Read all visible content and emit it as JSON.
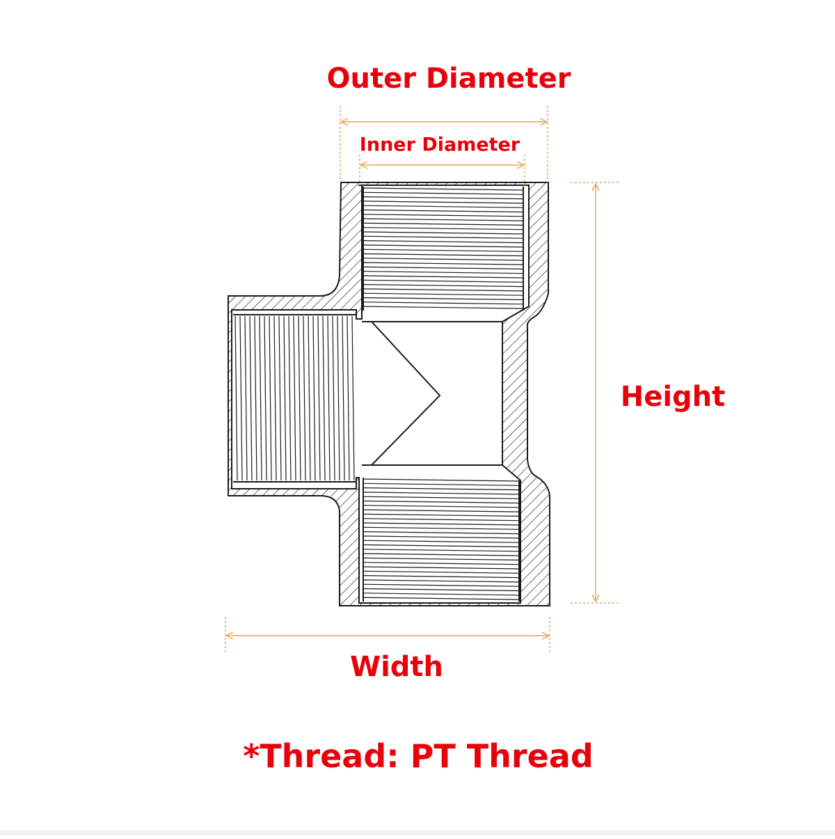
{
  "labels": {
    "outer_diameter": "Outer Diameter",
    "inner_diameter": "Inner Diameter",
    "height": "Height",
    "width": "Width",
    "thread_note": "*Thread: PT Thread"
  },
  "colors": {
    "label_red": "#e8000b",
    "dimension_line": "#e8a45a",
    "drawing_line": "#1a1a1a",
    "background": "#ffffff"
  }
}
